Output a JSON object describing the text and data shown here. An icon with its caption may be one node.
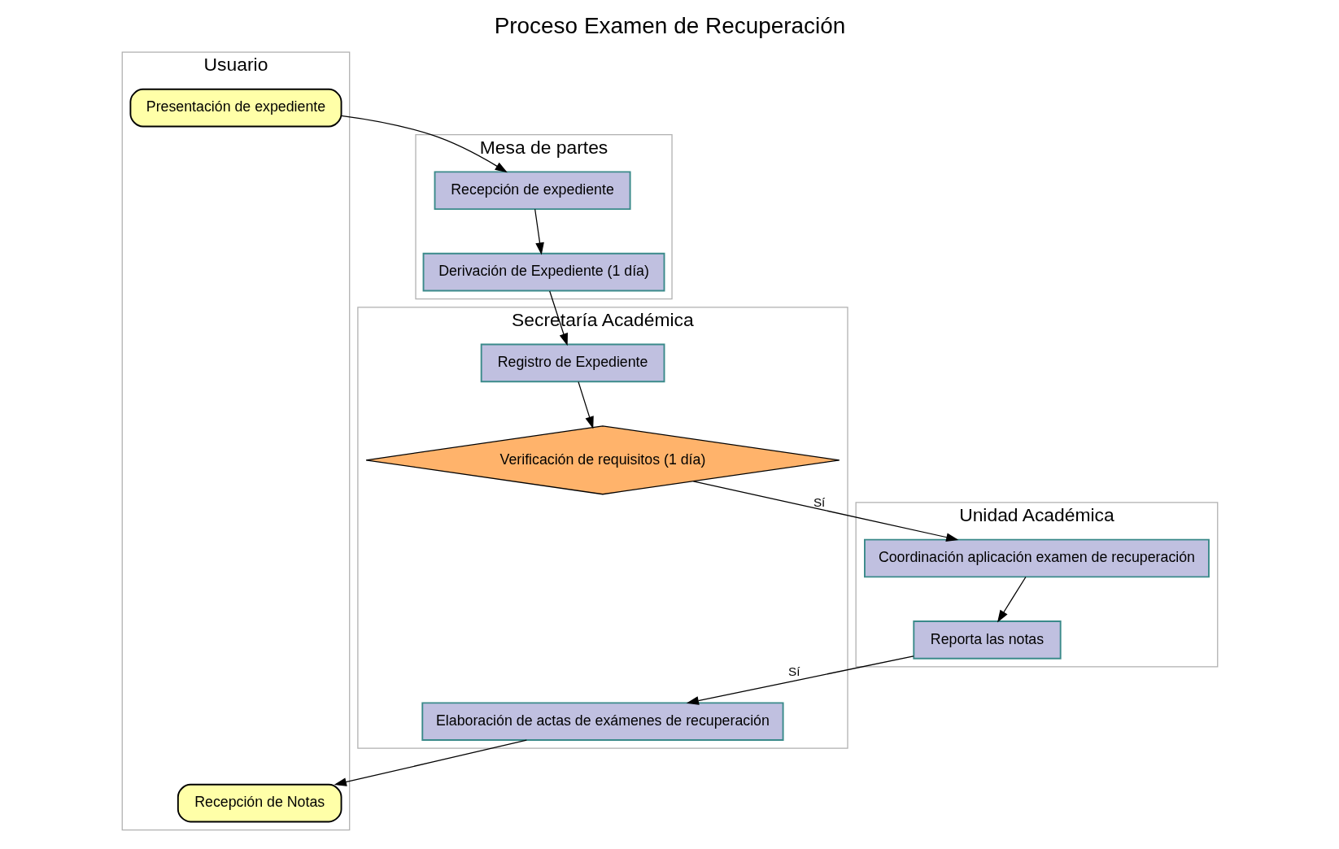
{
  "diagram": {
    "title": "Proceso Examen de Recuperación",
    "nodes": [
      {
        "text": [
          "Usuario"
        ]
      },
      {
        "text": [
          "Presentación de expediente"
        ],
        "in": 0
      },
      {
        "text": [
          "Recepción de Notas"
        ],
        "in": 0
      },
      {
        "text": [
          "Mesa de partes"
        ]
      },
      {
        "text": [
          "Recepción de expediente"
        ],
        "in": 3
      },
      {
        "text": [
          "Derivación de Expediente (1 día)"
        ],
        "in": 3
      },
      {
        "text": [
          "Secretaría Académica"
        ]
      },
      {
        "text": [
          "Registro de Expediente"
        ],
        "in": 6
      },
      {
        "text": [
          "Verificación de requisitos (1 día)"
        ],
        "in": 6
      },
      {
        "text": [
          "Elaboración de actas de exámenes de recuperación"
        ],
        "in": 6
      },
      {
        "text": [
          "Unidad Académica"
        ]
      },
      {
        "text": [
          "Coordinación aplicación examen de recuperación"
        ],
        "in": 10
      },
      {
        "text": [
          "Reporta las notas"
        ],
        "in": 10
      }
    ],
    "edges": [
      {
        "from": 1,
        "to": 4,
        "arrow": "to"
      },
      {
        "from": 4,
        "to": 5,
        "arrow": "to"
      },
      {
        "from": 5,
        "to": 7,
        "arrow": "to"
      },
      {
        "from": 7,
        "to": 8,
        "arrow": "to"
      },
      {
        "from": 8,
        "to": 11,
        "arrow": "to",
        "label": "Sí"
      },
      {
        "from": 11,
        "to": 12,
        "arrow": "to"
      },
      {
        "from": 12,
        "to": 9,
        "arrow": "to",
        "label": "Sí"
      },
      {
        "from": 9,
        "to": 2,
        "arrow": "to"
      }
    ]
  }
}
